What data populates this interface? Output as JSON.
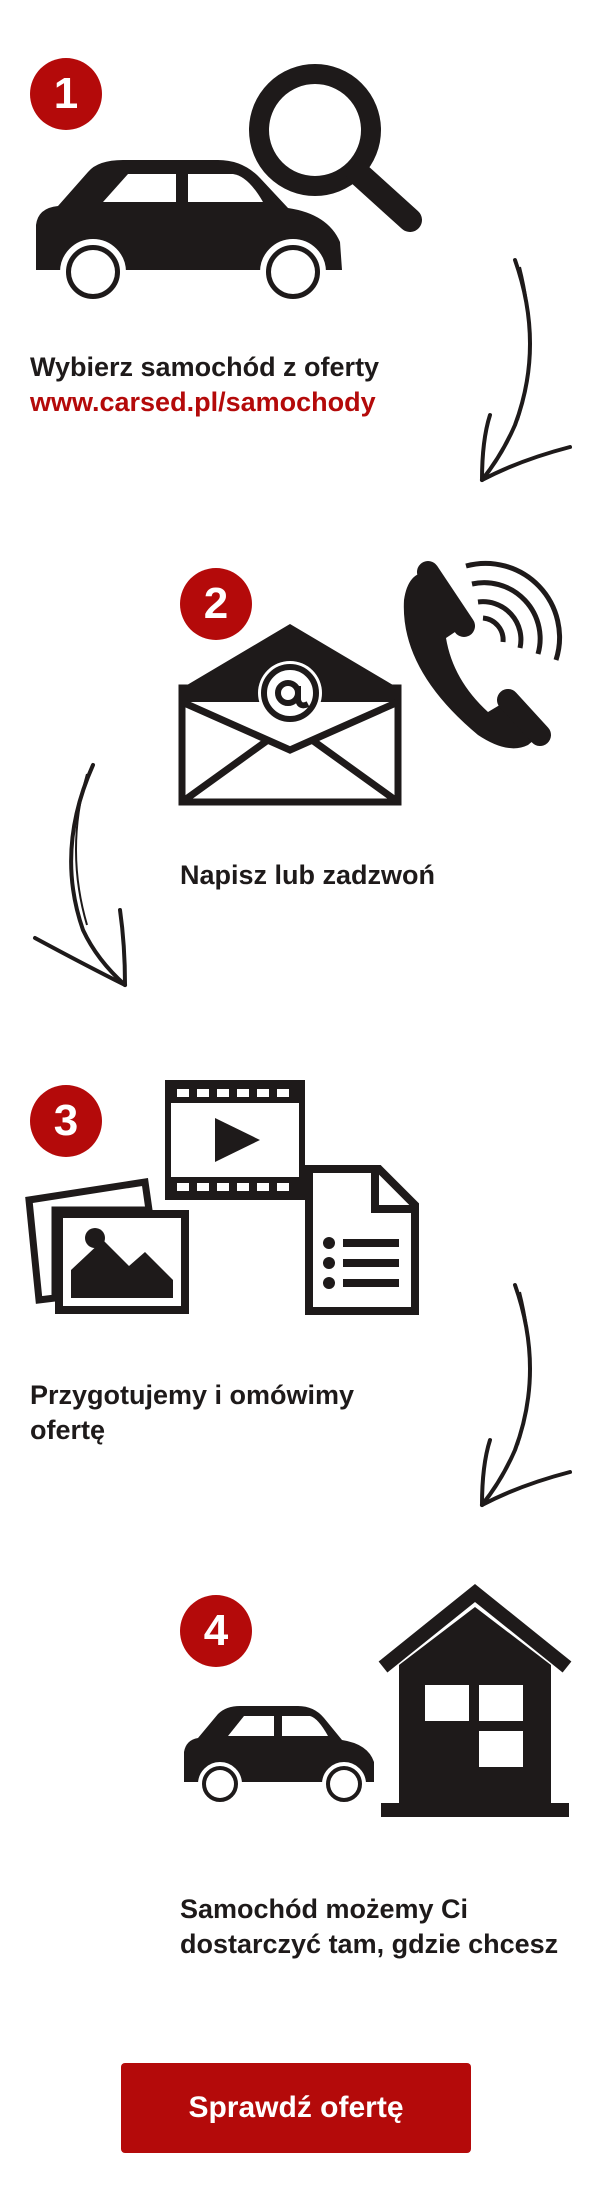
{
  "steps": [
    {
      "number": "1",
      "text": "Wybierz samochód z oferty",
      "link": "www.carsed.pl/samochody",
      "icons": [
        "car-icon",
        "magnifier-icon"
      ]
    },
    {
      "number": "2",
      "text": "Napisz lub zadzwoń",
      "icons": [
        "envelope-at-icon",
        "phone-icon"
      ]
    },
    {
      "number": "3",
      "text_line1": "Przygotujemy i omówimy",
      "text_line2": "ofertę",
      "icons": [
        "photos-icon",
        "video-icon",
        "document-icon"
      ]
    },
    {
      "number": "4",
      "text_line1": "Samochód możemy Ci",
      "text_line2": "dostarczyć tam, gdzie chcesz",
      "icons": [
        "car-icon",
        "house-icon"
      ]
    }
  ],
  "cta": {
    "label": "Sprawdź ofertę"
  },
  "colors": {
    "accent": "#b40a0a",
    "text": "#1e1a1a",
    "background": "#ffffff"
  }
}
